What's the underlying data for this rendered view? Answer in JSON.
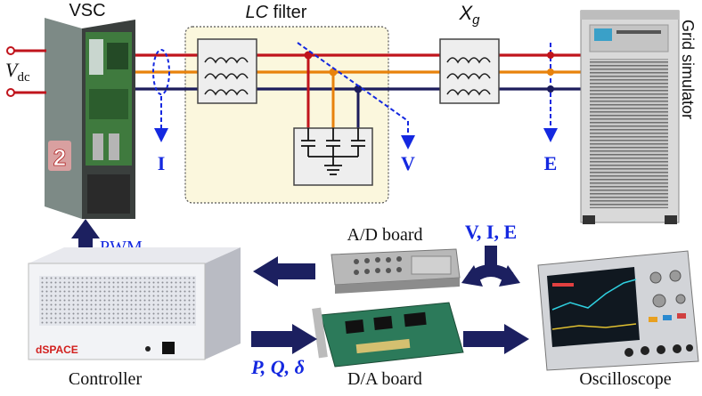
{
  "labels": {
    "vsc": "VSC",
    "vdc_v": "V",
    "vdc_sub": "dc",
    "lc_italic": "LC",
    "lc_rest": " filter",
    "xg_x": "X",
    "xg_sub": "g",
    "grid_simulator": "Grid simulator",
    "current": "I",
    "voltage": "V",
    "grid_voltage": "E",
    "pwm": "PWM",
    "ad_board": "A/D board",
    "da_board": "D/A board",
    "measured_signals": "V, I, E",
    "controller": "Controller",
    "oscilloscope": "Oscilloscope",
    "power_signals": "P, Q, δ",
    "dspace_logo": "dSPACE",
    "vsc_badge": "2"
  },
  "colors": {
    "phase_a": "#c0141c",
    "phase_b": "#e8820c",
    "phase_c": "#1c1c5c",
    "measure_blue": "#1428e0",
    "arrow_navy": "#1c2060",
    "filter_box": "#fbf7dd"
  }
}
